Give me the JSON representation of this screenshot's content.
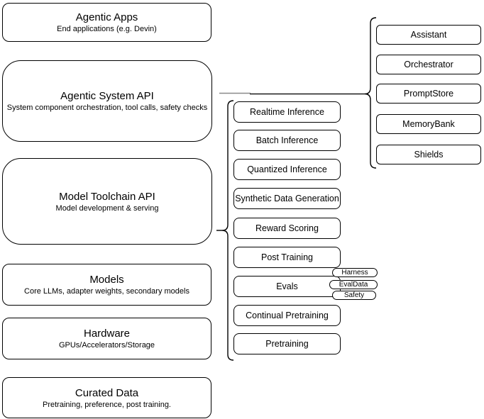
{
  "diagram": {
    "left_stack": [
      {
        "title": "Agentic Apps",
        "subtitle": "End applications (e.g. Devin)"
      },
      {
        "title": "Agentic System API",
        "subtitle": "System component orchestration, tool calls, safety checks"
      },
      {
        "title": "Model Toolchain API",
        "subtitle": "Model development & serving"
      },
      {
        "title": "Models",
        "subtitle": "Core LLMs, adapter weights, secondary models"
      },
      {
        "title": "Hardware",
        "subtitle": "GPUs/Accelerators/Storage"
      },
      {
        "title": "Curated Data",
        "subtitle": "Pretraining, preference, post training."
      }
    ],
    "toolchain_components": [
      "Realtime Inference",
      "Batch Inference",
      "Quantized Inference",
      "Synthetic Data Generation",
      "Reward Scoring",
      "Post Training",
      "Evals",
      "Continual Pretraining",
      "Pretraining"
    ],
    "evals_tags": [
      "Harness",
      "EvalData",
      "Safety"
    ],
    "system_components": [
      "Assistant",
      "Orchestrator",
      "PromptStore",
      "MemoryBank",
      "Shields"
    ],
    "colors": {
      "stroke": "#000000",
      "background": "#ffffff",
      "connector_gray": "#8a8a8a",
      "connector_black": "#1a1a1a"
    }
  }
}
